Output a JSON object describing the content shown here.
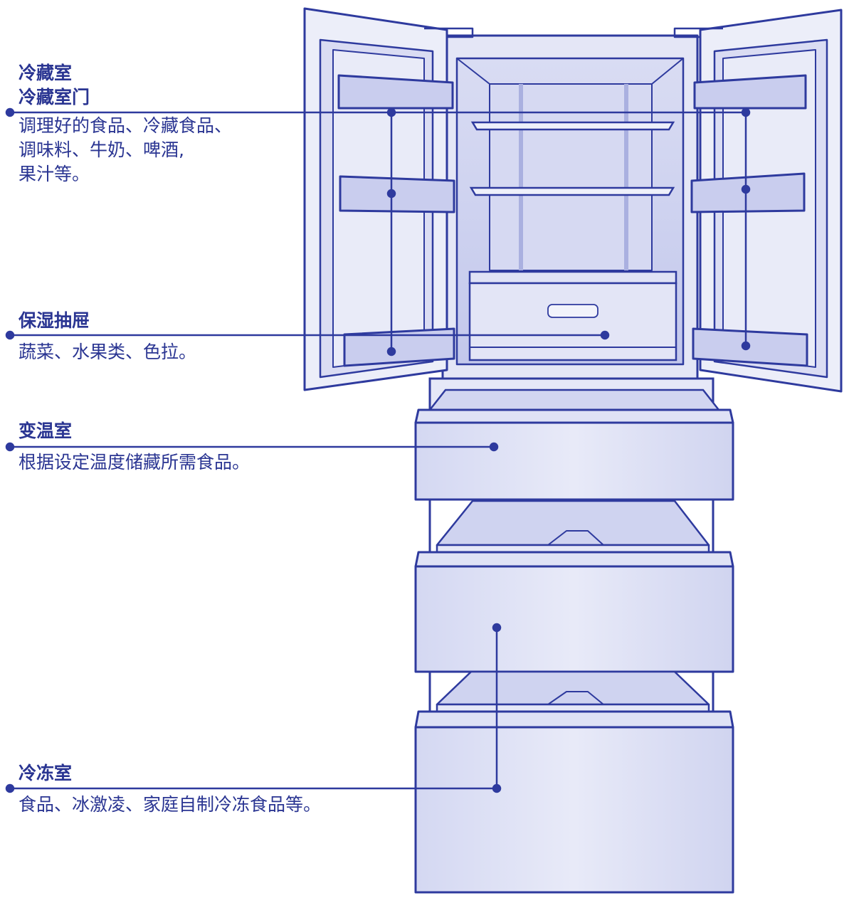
{
  "colors": {
    "line": "#2e3a9e",
    "fill_light": "#e6e8f7",
    "fill_mid": "#cdd1ef",
    "fill_dark": "#b3b9e6",
    "text": "#2a3592"
  },
  "labels": [
    {
      "id": "refrigerator",
      "title_lines": [
        "冷藏室",
        "冷藏室门"
      ],
      "desc_lines": [
        "调理好的食品、冷藏食品、",
        "调味料、牛奶、啤酒,",
        "果汁等。"
      ]
    },
    {
      "id": "crisper",
      "title_lines": [
        "保湿抽屉"
      ],
      "desc_lines": [
        "蔬菜、水果类、色拉。"
      ]
    },
    {
      "id": "variable",
      "title_lines": [
        "变温室"
      ],
      "desc_lines": [
        "根据设定温度储藏所需食品。"
      ]
    },
    {
      "id": "freezer",
      "title_lines": [
        "冷冻室"
      ],
      "desc_lines": [
        "食品、冰激凌、家庭自制冷冻食品等。"
      ]
    }
  ]
}
